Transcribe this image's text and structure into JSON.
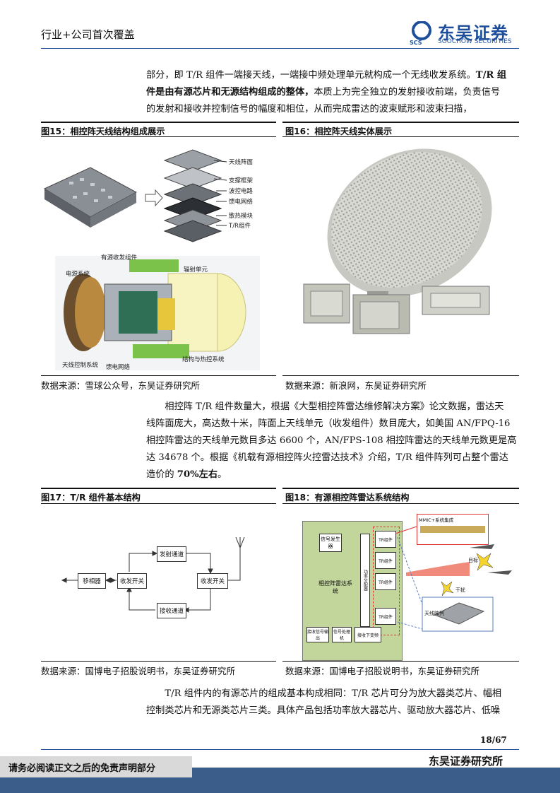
{
  "header": {
    "category": "行业+公司首次覆盖",
    "logo_cn": "东吴证券",
    "logo_en": "SOOCHOW SECURITIES",
    "logo_abbr": "SCS"
  },
  "para1": {
    "line1": "部分，即 T/R 组件一端接天线，一端接中频处理单元就构成一个无线收发系统。",
    "line1_bold": "T/R 组",
    "line2_bold": "件是由有源芯片和无源结构组成的整体，",
    "line2": "本质上为完全独立的发射接收前端，负责信号",
    "line3": "的发射和接收并控制信号的幅度和相位，从而完成雷达的波束赋形和波束扫描，"
  },
  "fig15": {
    "title": "图15：相控阵天线结构组成展示",
    "source": "数据来源：雪球公众号，东吴证券研究所",
    "labels": [
      "天线阵面",
      "支撑框架",
      "波控电路",
      "馈电网络",
      "散热模块",
      "T/R组件"
    ],
    "labels2": [
      "有源收发组件",
      "电源系统",
      "辐射单元",
      "天线控制系统",
      "馈电网络",
      "结构与热控系统"
    ]
  },
  "fig16": {
    "title": "图16：相控阵天线实体展示",
    "source": "数据来源：新浪网，东吴证券研究所"
  },
  "para2": {
    "lines": [
      "相控阵 T/R 组件数量大，根据《大型相控阵雷达维修解决方案》论文数据，雷达天",
      "线阵面庞大，高达数十米，阵面上天线单元（收发组件）数目庞大，如美国 AN/FPQ-16",
      "相控阵雷达的天线单元数目多达 6600 个，AN/FPS-108 相控阵雷达的天线单元数更是高",
      "达 34678 个。根据《机载有源相控阵火控雷达技术》介绍，T/R 组件阵列可占整个雷达"
    ],
    "last_prefix": "造价的 ",
    "last_bold": "70%左右",
    "last_suffix": "。"
  },
  "fig17": {
    "title": "图17：T/R 组件基本结构",
    "source": "数据来源：国博电子招股说明书，东吴证券研究所",
    "blocks": {
      "phase_shifter": "移相器",
      "switch_left": "收发开关",
      "tx_channel": "发射通道",
      "rx_channel": "接收通道",
      "switch_right": "收发开关"
    }
  },
  "fig18": {
    "title": "图18：有源相控阵雷达系统结构",
    "source": "数据来源：国博电子招股说明书，东吴证券研究所",
    "blocks": {
      "signal_gen": "信号发生器",
      "system": "相控阵雷达系统",
      "tr": "TR组件",
      "feed": "功率分配器",
      "rx_display": "接收信号输出",
      "signal_proc": "信号处理机",
      "downconv": "接收下变频",
      "mmic": "MMIC+系统集成",
      "target": "目标",
      "jam": "干扰",
      "antenna": "天线阵列"
    }
  },
  "para3": {
    "line1": "T/R 组件内的有源芯片的组成基本构成相同：T/R 芯片可分为放大器类芯片、幅相",
    "line2": "控制类芯片和无源类芯片三类。具体产品包括功率放大器芯片、驱动放大器芯片、低噪"
  },
  "footer": {
    "page": "18/67",
    "org": "东吴证券研究所",
    "disclaimer": "请务必阅读正文之后的免责声明部分"
  },
  "colors": {
    "brand": "#1d4e9c",
    "footer": "#3b5d8a"
  }
}
